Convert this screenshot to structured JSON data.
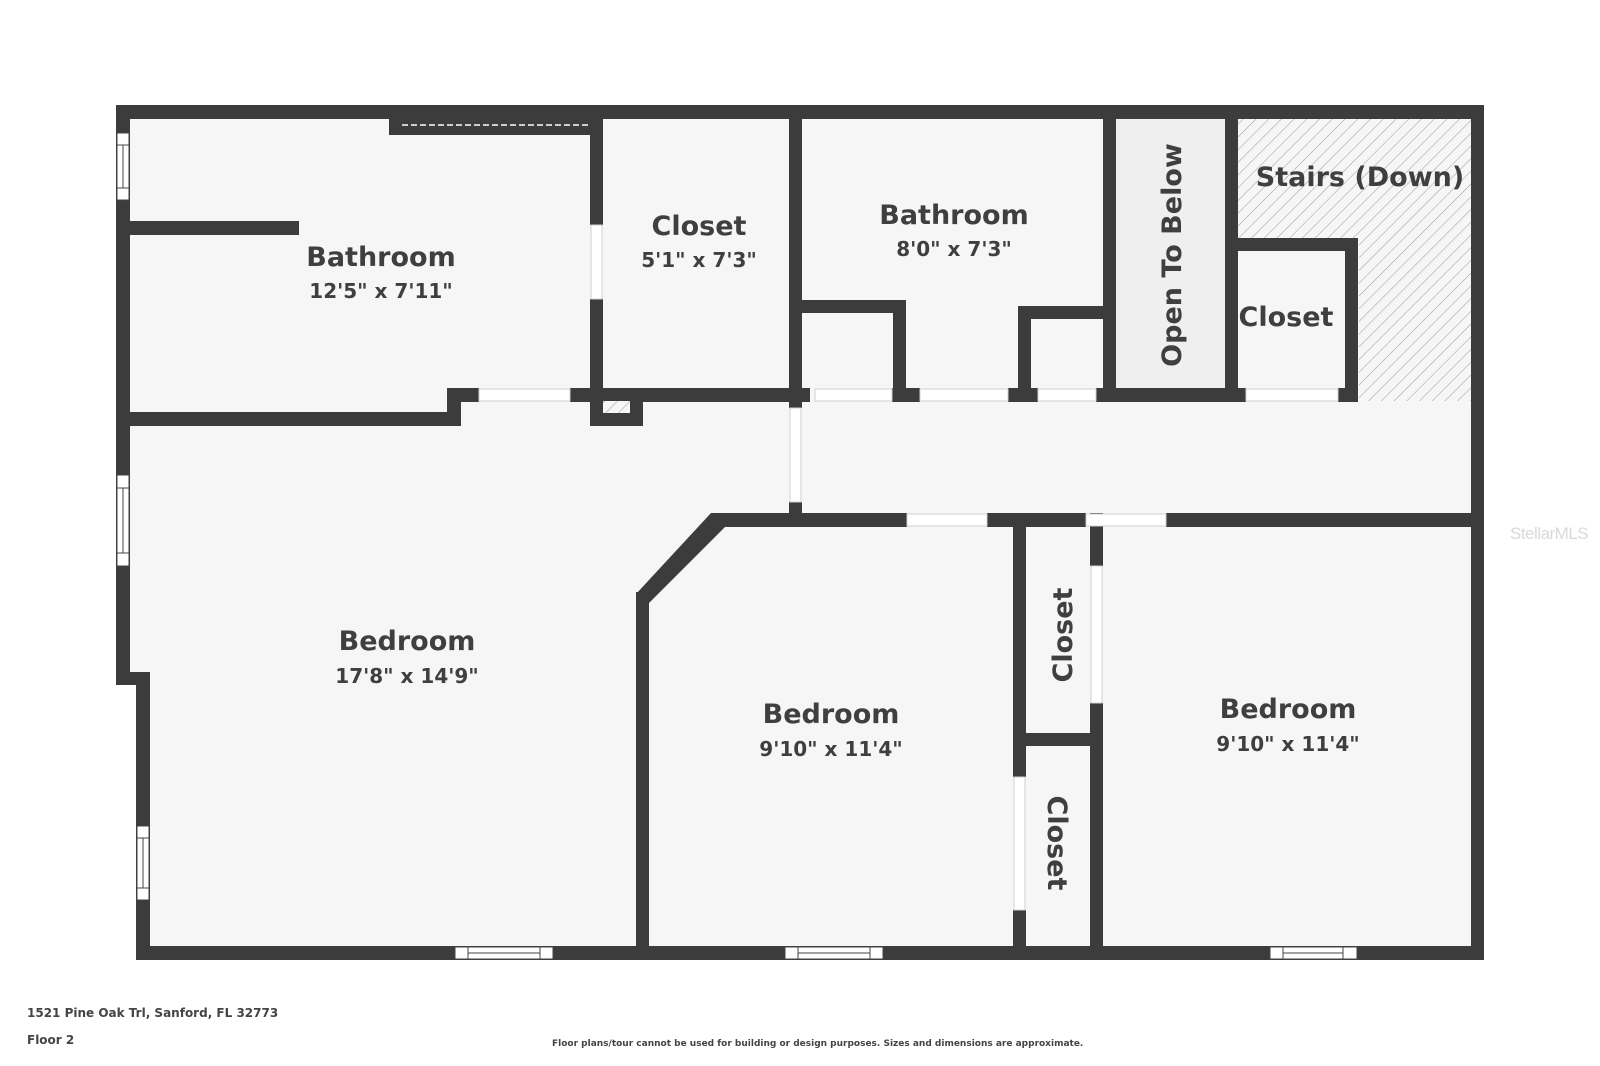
{
  "colors": {
    "wall": "#3c3c3c",
    "room_fill": "#f6f6f6",
    "open_to_below_fill": "#efefef",
    "opening": "#ffffff",
    "text": "#3f3f3f",
    "watermark": "#d9d9d9"
  },
  "plan": {
    "rooms": [
      {
        "id": "bathroom-1",
        "name": "Bathroom",
        "dimensions": "12'5\" x 7'11\""
      },
      {
        "id": "closet-1",
        "name": "Closet",
        "dimensions": "5'1\" x 7'3\""
      },
      {
        "id": "bathroom-2",
        "name": "Bathroom",
        "dimensions": "8'0\" x 7'3\""
      },
      {
        "id": "open-to-below",
        "name": "Open To Below",
        "dimensions": ""
      },
      {
        "id": "stairs",
        "name": "Stairs (Down)",
        "dimensions": ""
      },
      {
        "id": "closet-2",
        "name": "Closet",
        "dimensions": ""
      },
      {
        "id": "bedroom-1",
        "name": "Bedroom",
        "dimensions": "17'8\" x 14'9\""
      },
      {
        "id": "bedroom-2",
        "name": "Bedroom",
        "dimensions": "9'10\" x 11'4\""
      },
      {
        "id": "closet-3",
        "name": "Closet",
        "dimensions": ""
      },
      {
        "id": "closet-4",
        "name": "Closet",
        "dimensions": ""
      },
      {
        "id": "bedroom-3",
        "name": "Bedroom",
        "dimensions": "9'10\" x 11'4\""
      }
    ]
  },
  "footer": {
    "address": "1521 Pine Oak Trl, Sanford, FL 32773",
    "floor": "Floor 2",
    "disclaimer": "Floor plans/tour cannot be used for building or design purposes. Sizes and dimensions are approximate."
  },
  "watermark": "StellarMLS"
}
